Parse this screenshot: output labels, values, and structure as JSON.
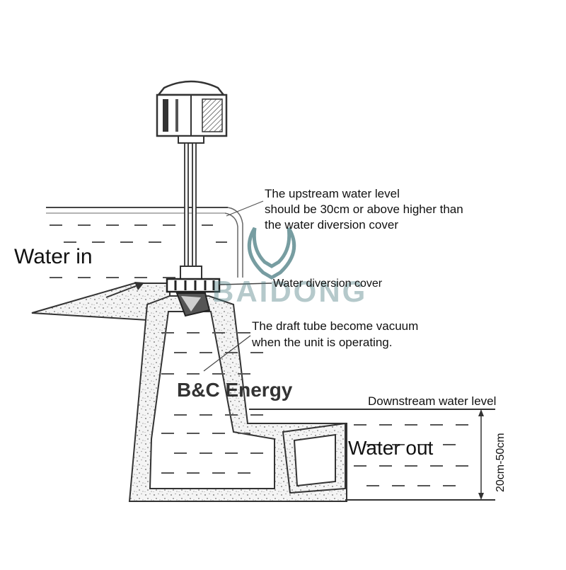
{
  "labels": {
    "water_in": "Water in",
    "upstream_note_line1": "The upstream water level",
    "upstream_note_line2": "should be 30cm or above higher than",
    "upstream_note_line3": "the water diversion cover",
    "diversion_cover": "Water diversion cover",
    "draft_tube_line1": "The draft tube become vacuum",
    "draft_tube_line2": "when the unit is operating.",
    "downstream_level": "Downstream water level",
    "water_out": "Water out",
    "height_range": "20cm-50cm"
  },
  "branding": {
    "company": "B&C Energy",
    "watermark": "BAIDONG"
  },
  "colors": {
    "line": "#333333",
    "concrete_fill": "#f4f4f4",
    "concrete_speckle": "#666666",
    "watermark": "#4a7c82",
    "background": "#ffffff"
  }
}
